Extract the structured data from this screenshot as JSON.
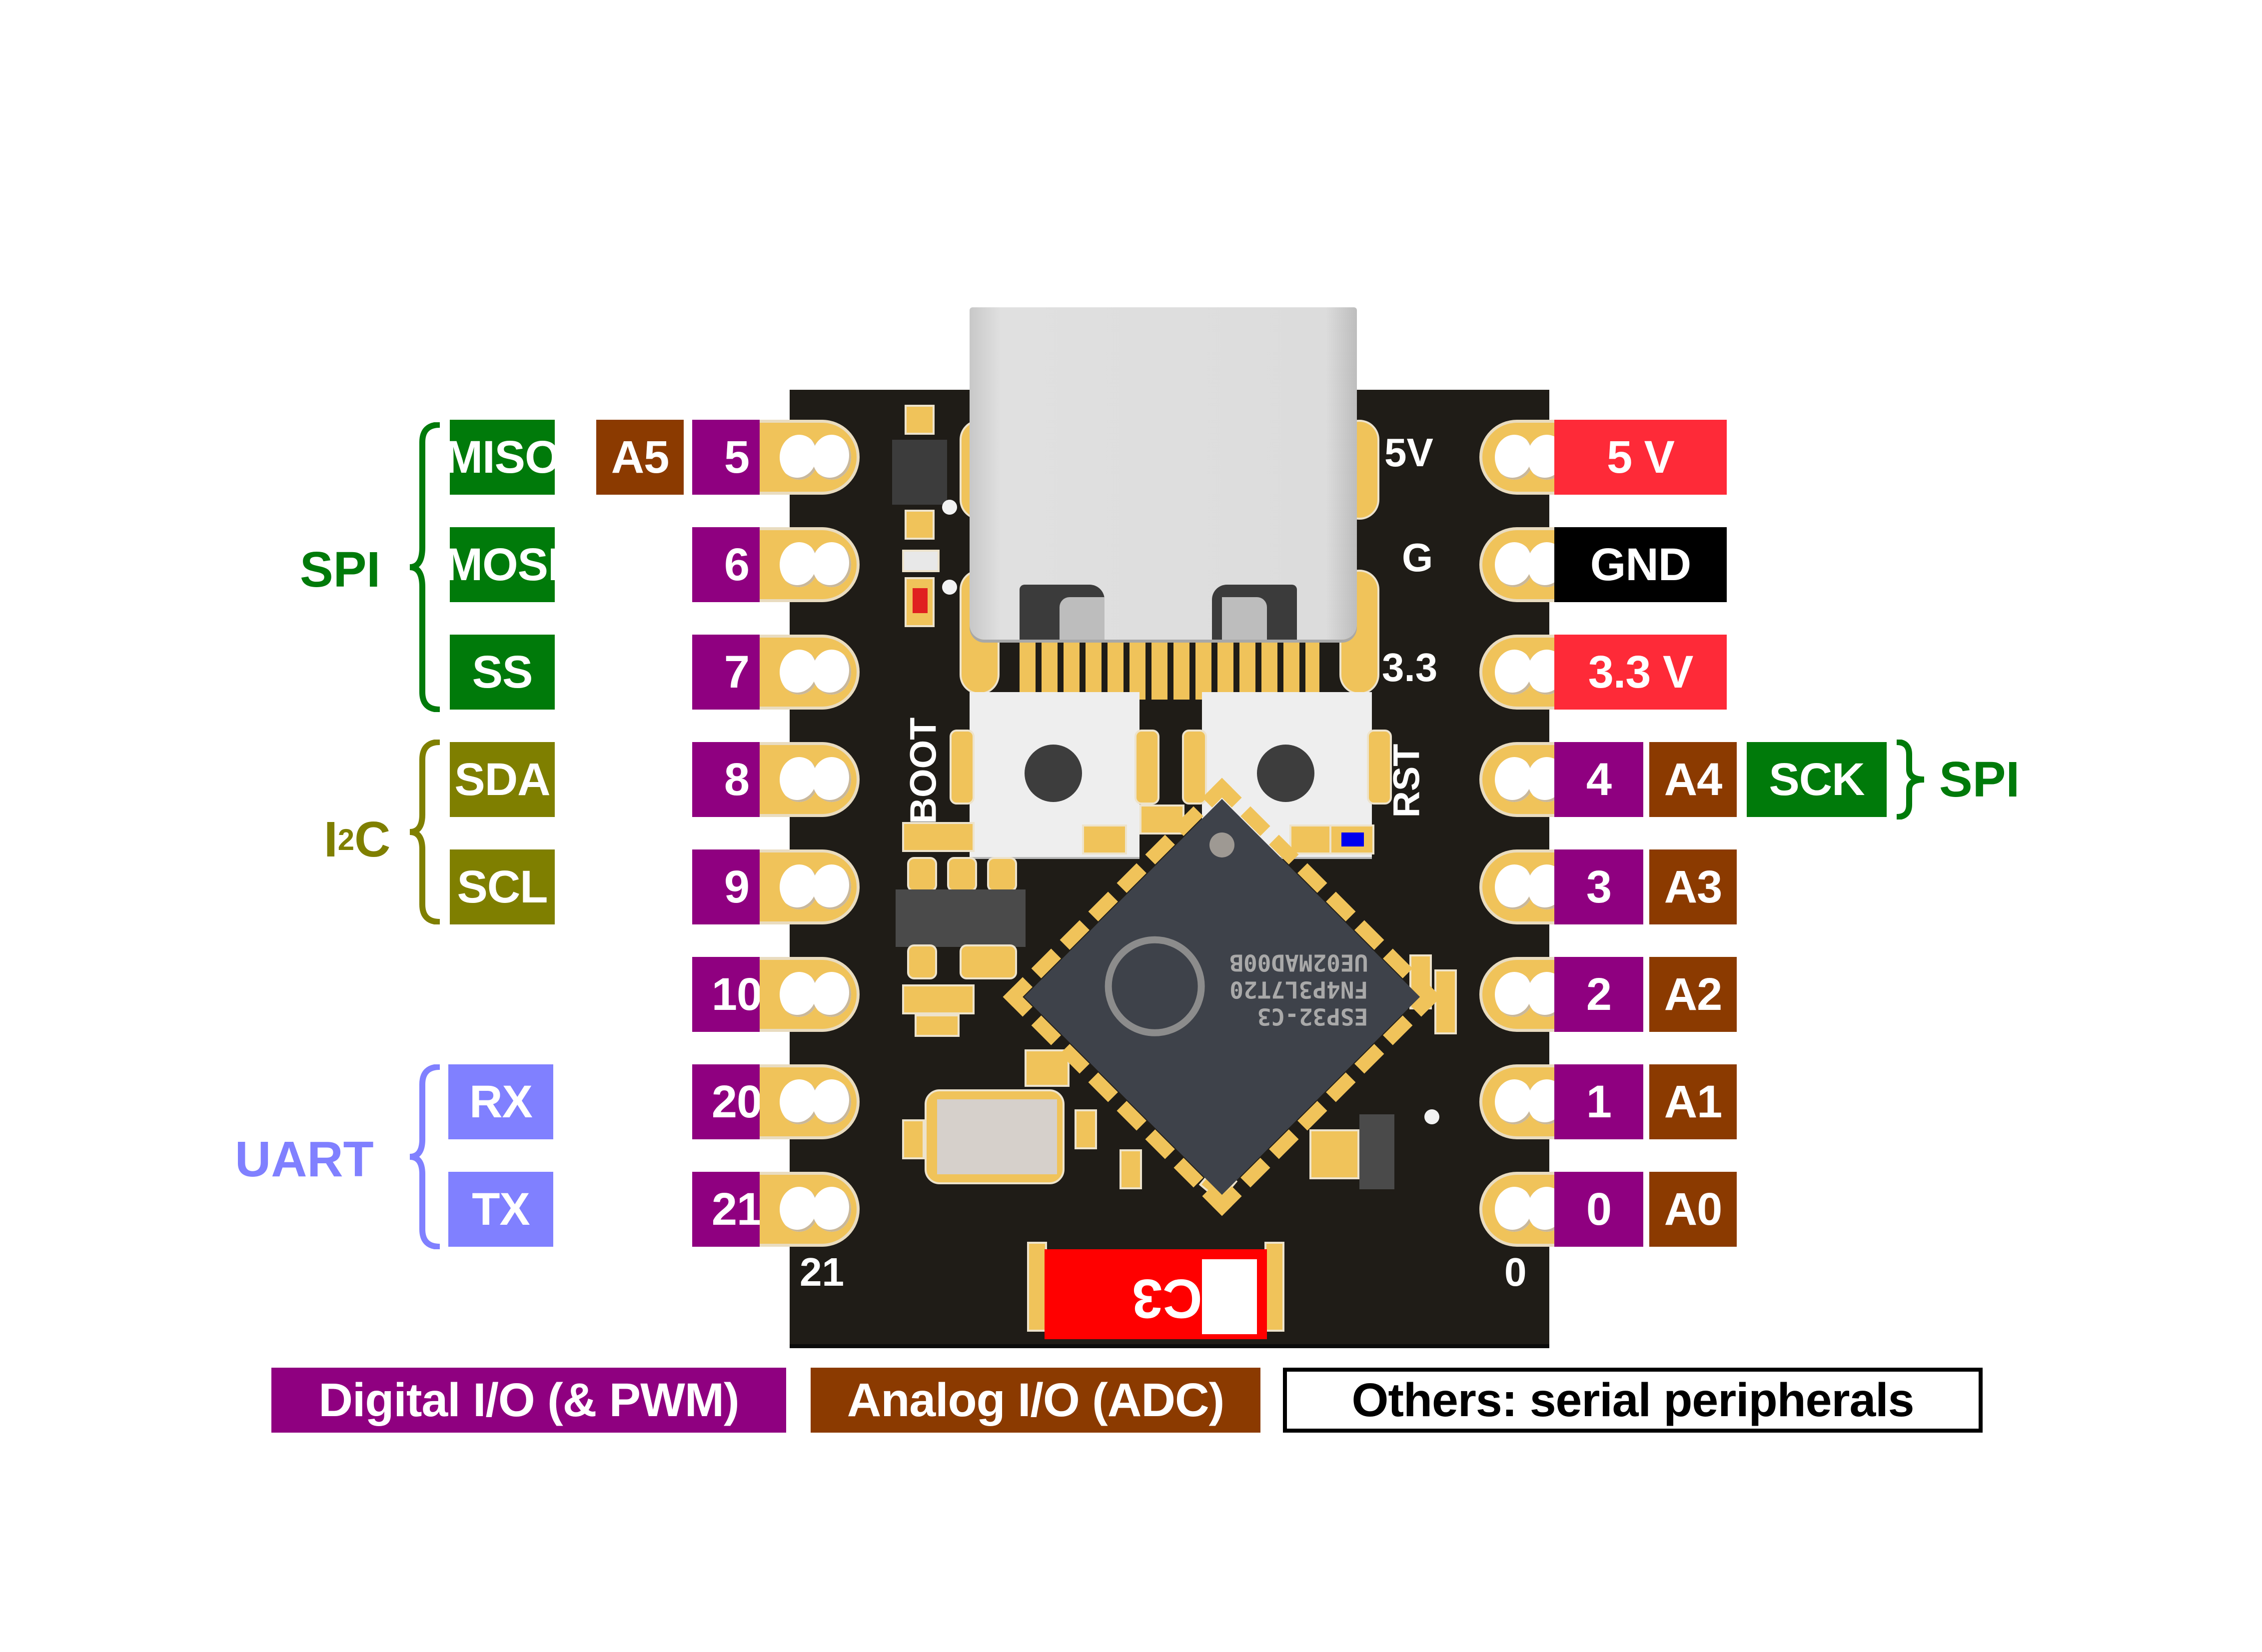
{
  "title": "ESP32-C3 SuperMini pinout",
  "colors": {
    "digital": "#8f0080",
    "analog": "#8b3a00",
    "spi": "#007a0a",
    "i2c": "#7f7f00",
    "uart": "#8080ff",
    "power": "#fe2a38",
    "ground": "#000000",
    "pcb": "#1f1c17",
    "pad": "#f0c35a"
  },
  "left_pins": [
    {
      "gpio": "5",
      "adc": "A5",
      "function": "MISO",
      "group": "spi"
    },
    {
      "gpio": "6",
      "adc": null,
      "function": "MOSI",
      "group": "spi"
    },
    {
      "gpio": "7",
      "adc": null,
      "function": "SS",
      "group": "spi"
    },
    {
      "gpio": "8",
      "adc": null,
      "function": "SDA",
      "group": "i2c"
    },
    {
      "gpio": "9",
      "adc": null,
      "function": "SCL",
      "group": "i2c"
    },
    {
      "gpio": "10",
      "adc": null,
      "function": null,
      "group": null
    },
    {
      "gpio": "20",
      "adc": null,
      "function": "RX",
      "group": "uart"
    },
    {
      "gpio": "21",
      "adc": null,
      "function": "TX",
      "group": "uart"
    }
  ],
  "right_pins": [
    {
      "silk": "5V",
      "label": "5 V",
      "type": "power"
    },
    {
      "silk": "G",
      "label": "GND",
      "type": "ground"
    },
    {
      "silk": "3.3",
      "label": "3.3 V",
      "type": "power"
    },
    {
      "silk": "RST",
      "gpio": "4",
      "adc": "A4",
      "function": "SCK",
      "group": "spi"
    },
    {
      "gpio": "3",
      "adc": "A3"
    },
    {
      "gpio": "2",
      "adc": "A2"
    },
    {
      "gpio": "1",
      "adc": "A1"
    },
    {
      "gpio": "0",
      "adc": "A0"
    }
  ],
  "groups": {
    "spi_left": "SPI",
    "i2c": "I",
    "i2c_sup": "2",
    "i2c_tail": "C",
    "uart": "UART",
    "spi_right": "SPI"
  },
  "board": {
    "boot_label": "BOOT",
    "rst_label": "RST",
    "silk_5v": "5V",
    "silk_g": "G",
    "silk_33": "3.3",
    "corner_left": "21",
    "corner_right": "0",
    "antenna_label": "C3",
    "chip_lines": [
      "ESP32-C3",
      "FN4P3L7T20",
      "UE02MAD00B"
    ]
  },
  "legend": {
    "digital": "Digital I/O (& PWM)",
    "analog": "Analog I/O (ADC)",
    "others": "Others: serial peripherals"
  }
}
